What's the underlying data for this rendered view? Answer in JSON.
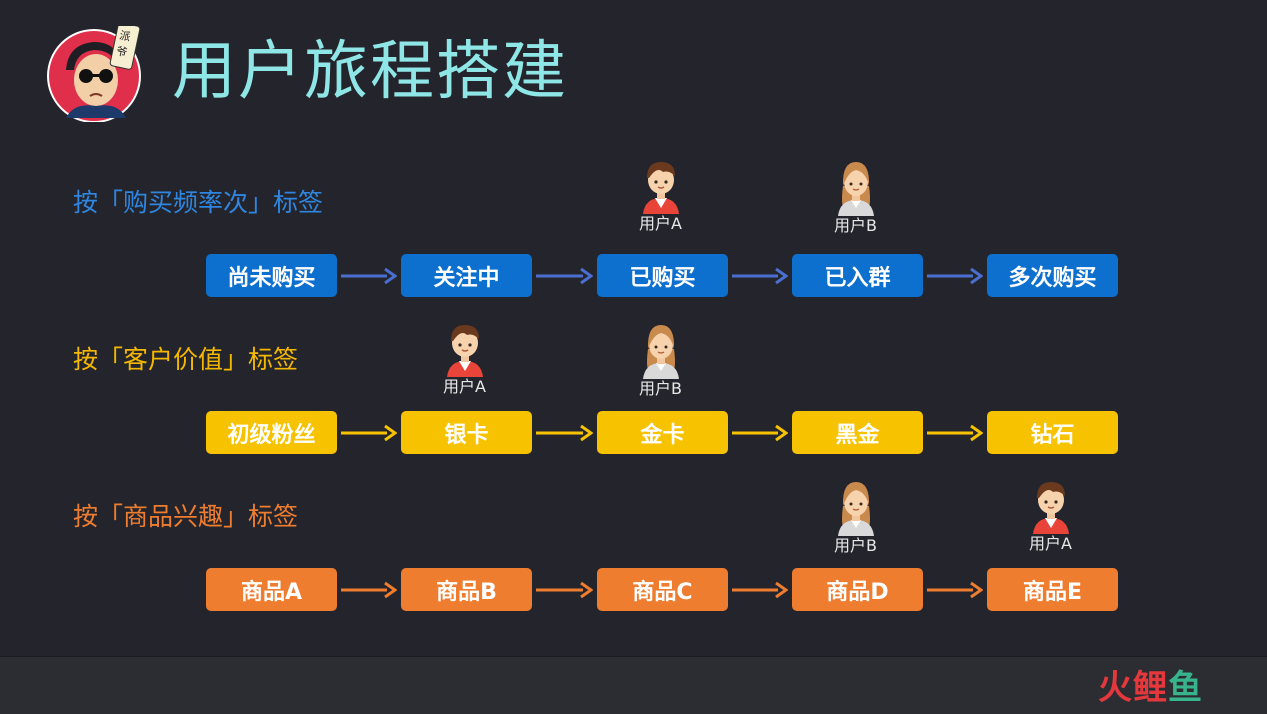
{
  "page": {
    "title": "用户旅程搭建"
  },
  "logo": {
    "badge_text": "派",
    "badge_text_2": "爷"
  },
  "rows": [
    {
      "label": "按「购买频率次」标签",
      "color": "#2f86e0",
      "box_color": "#0d6fce",
      "arrow_color": "#4a6fd0",
      "steps": [
        "尚未购买",
        "关注中",
        "已购买",
        "已入群",
        "多次购买"
      ],
      "users": [
        {
          "name": "用户A",
          "avatar": "male-avatar-icon",
          "step": 2
        },
        {
          "name": "用户B",
          "avatar": "female-avatar-icon",
          "step": 3
        }
      ]
    },
    {
      "label": "按「客户价值」标签",
      "color": "#f5b800",
      "box_color": "#f7c200",
      "arrow_color": "#f7c200",
      "steps": [
        "初级粉丝",
        "银卡",
        "金卡",
        "黑金",
        "钻石"
      ],
      "users": [
        {
          "name": "用户A",
          "avatar": "male-avatar-icon",
          "step": 1
        },
        {
          "name": "用户B",
          "avatar": "female-avatar-icon",
          "step": 2
        }
      ]
    },
    {
      "label": "按「商品兴趣」标签",
      "color": "#ee7d30",
      "box_color": "#ee7d30",
      "arrow_color": "#ee7d30",
      "steps": [
        "商品A",
        "商品B",
        "商品C",
        "商品D",
        "商品E"
      ],
      "users": [
        {
          "name": "用户B",
          "avatar": "female-avatar-icon",
          "step": 3
        },
        {
          "name": "用户A",
          "avatar": "male-avatar-icon",
          "step": 4
        }
      ]
    }
  ],
  "watermark": {
    "part1": "火",
    "part2": "鲤",
    "part3": "鱼"
  }
}
